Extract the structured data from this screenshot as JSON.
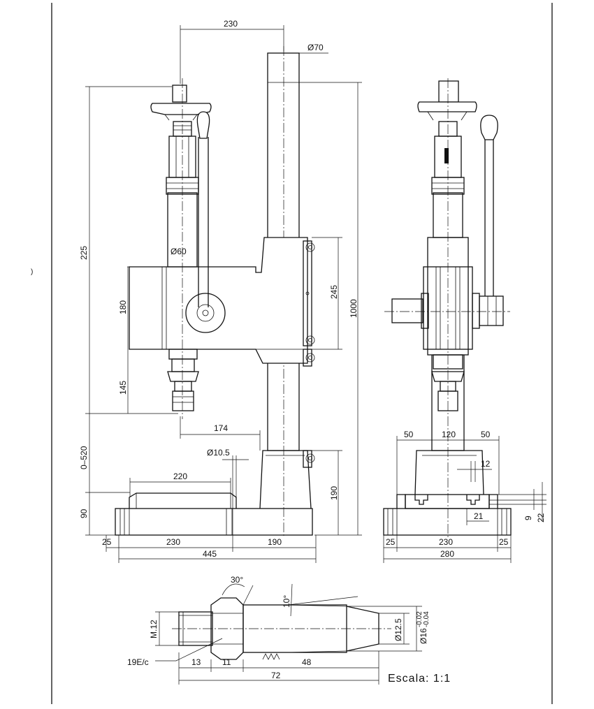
{
  "front_view": {
    "width_total": "445",
    "base_left": "25",
    "base_center": "230",
    "base_right": "190",
    "column_offset": "230",
    "column_diameter": "Ø70",
    "total_height": "1000",
    "stroke_height": "225",
    "head_height": "180",
    "lower_offset": "145",
    "adjust_range": "0–520",
    "base_height": "90",
    "table_width": "220",
    "hole_diameter": "Ø10.5",
    "reach": "174",
    "clamp_height": "245",
    "collar_height": "190",
    "spindle_diameter": "Ø60"
  },
  "side_view": {
    "width_total": "280",
    "base_left": "25",
    "base_center": "230",
    "base_right": "25",
    "slot_left": "50",
    "slot_center": "120",
    "slot_right": "50",
    "slot_width": "12",
    "slot_base": "21",
    "slot_depth_a": "9",
    "slot_depth_b": "22"
  },
  "detail": {
    "angle_top": "30°",
    "angle_cone": "10°",
    "thread": "M.12",
    "part_ref": "19E/c",
    "seg_a": "13",
    "seg_b": "11",
    "seg_c": "48",
    "total_len": "72",
    "dia_inner": "Ø12.5",
    "dia_outer": "Ø16",
    "tol_upper": "-0.02",
    "tol_lower": "-0.04"
  },
  "scale_label": "Escala:  1:1"
}
